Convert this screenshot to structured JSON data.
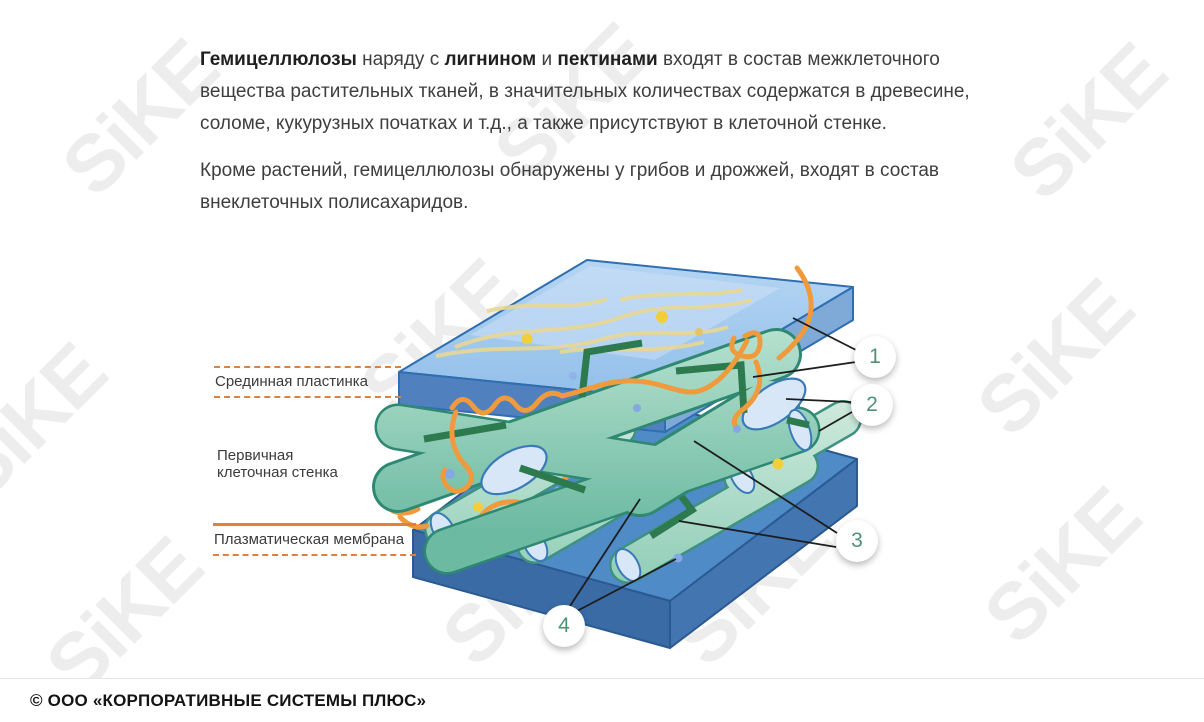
{
  "watermark": {
    "text": "SiKE"
  },
  "paragraphs": [
    {
      "segments": [
        {
          "t": "Гемицеллюлозы",
          "b": true
        },
        {
          "t": " наряду с "
        },
        {
          "t": "лигнином",
          "b": true
        },
        {
          "t": " и "
        },
        {
          "t": "пектинами",
          "b": true
        },
        {
          "t": " входят в состав межклеточного"
        },
        {
          "br": true
        },
        {
          "t": "вещества растительных тканей, в значительных количествах содержатся в древесине,"
        },
        {
          "br": true
        },
        {
          "t": "соломе, кукурузных початках и т.д., а также присутствуют в клеточной стенке."
        }
      ]
    },
    {
      "segments": [
        {
          "t": "Кроме растений, гемицеллюлозы обнаружены у грибов и дрожжей, входят в состав"
        },
        {
          "br": true
        },
        {
          "t": "внеклеточных полисахаридов."
        }
      ]
    }
  ],
  "diagram": {
    "labels": {
      "middle_lamella": "Срединная пластинка",
      "primary_cell_wall": "Первичная клеточная стенка",
      "plasma_membrane": "Плазматическая мембрана"
    },
    "callouts": [
      {
        "label": "1"
      },
      {
        "label": "2"
      },
      {
        "label": "3"
      },
      {
        "label": "4"
      }
    ],
    "colors": {
      "label_line_orange": "#e0813c",
      "callout_number_green": "#4e9175",
      "top_slab_blue": "#a9cdf0",
      "bottom_slab_blue": "#4f8bc7",
      "microfibril_teal": "#8fccb4",
      "strand_orange": "#ef9b3d",
      "rod_dark_green": "#2d7a4e",
      "cap_light_blue": "#d8e7f8"
    }
  },
  "footer": {
    "copyright": "© ООО «КОРПОРАТИВНЫЕ СИСТЕМЫ ПЛЮС»"
  }
}
